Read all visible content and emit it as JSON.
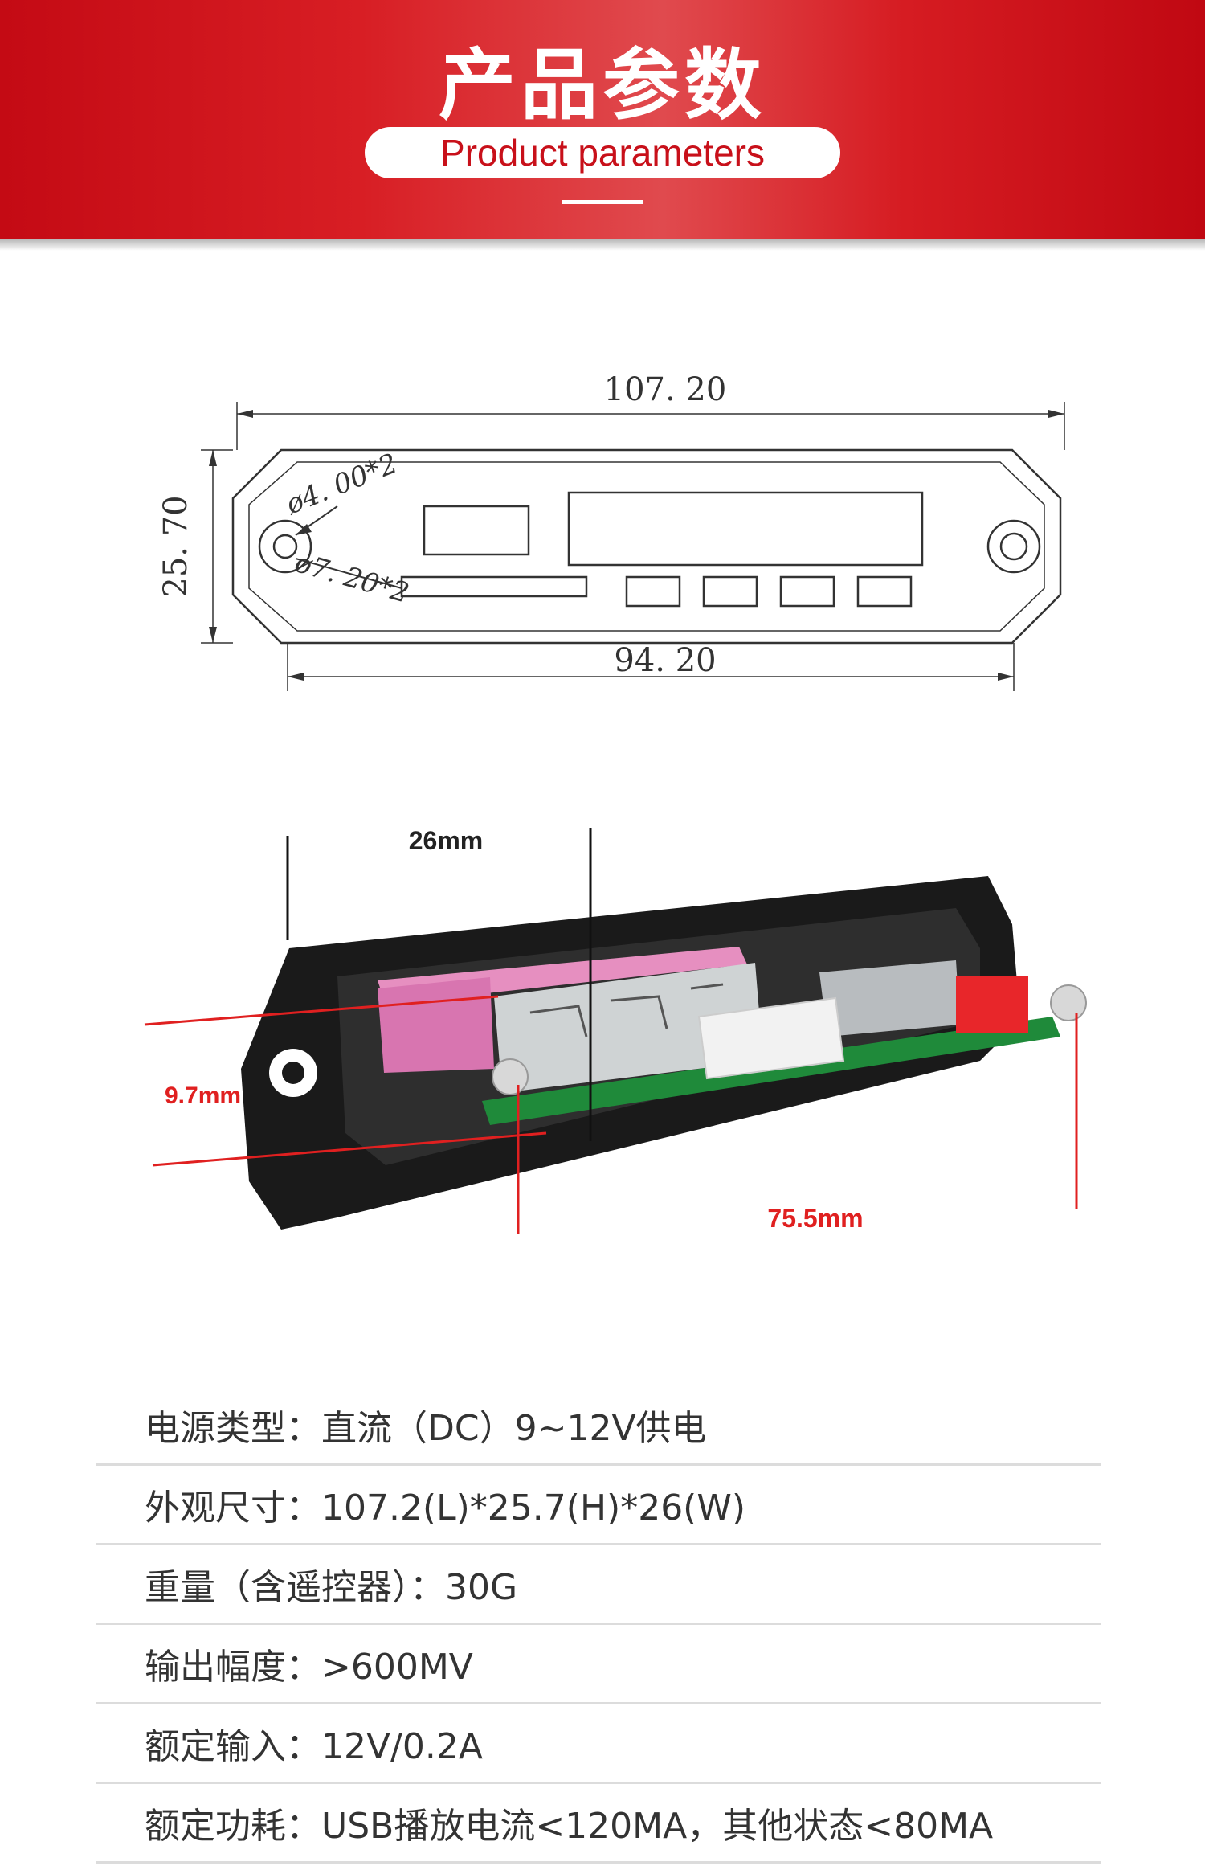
{
  "header": {
    "title_cn": "产品参数",
    "title_en": "Product parameters"
  },
  "drawing": {
    "dim_total_length": "107. 20",
    "dim_height": "25. 70",
    "dim_hole_spacing": "94. 20",
    "hole_small": "ø4. 00*2",
    "hole_large": "ø7. 20*2"
  },
  "photo": {
    "depth_label": "26mm",
    "thickness_label": "9.7mm",
    "board_length_label": "75.5mm"
  },
  "specs": [
    {
      "text": "电源类型：直流（DC）9~12V供电"
    },
    {
      "text": "外观尺寸：107.2(L)*25.7(H)*26(W)"
    },
    {
      "text": "重量（含遥控器）：30G"
    },
    {
      "text": "输出幅度：>600MV"
    },
    {
      "text": "额定输入：12V/0.2A"
    },
    {
      "text": "额定功耗：USB播放电流<120MA，其他状态<80MA"
    }
  ]
}
